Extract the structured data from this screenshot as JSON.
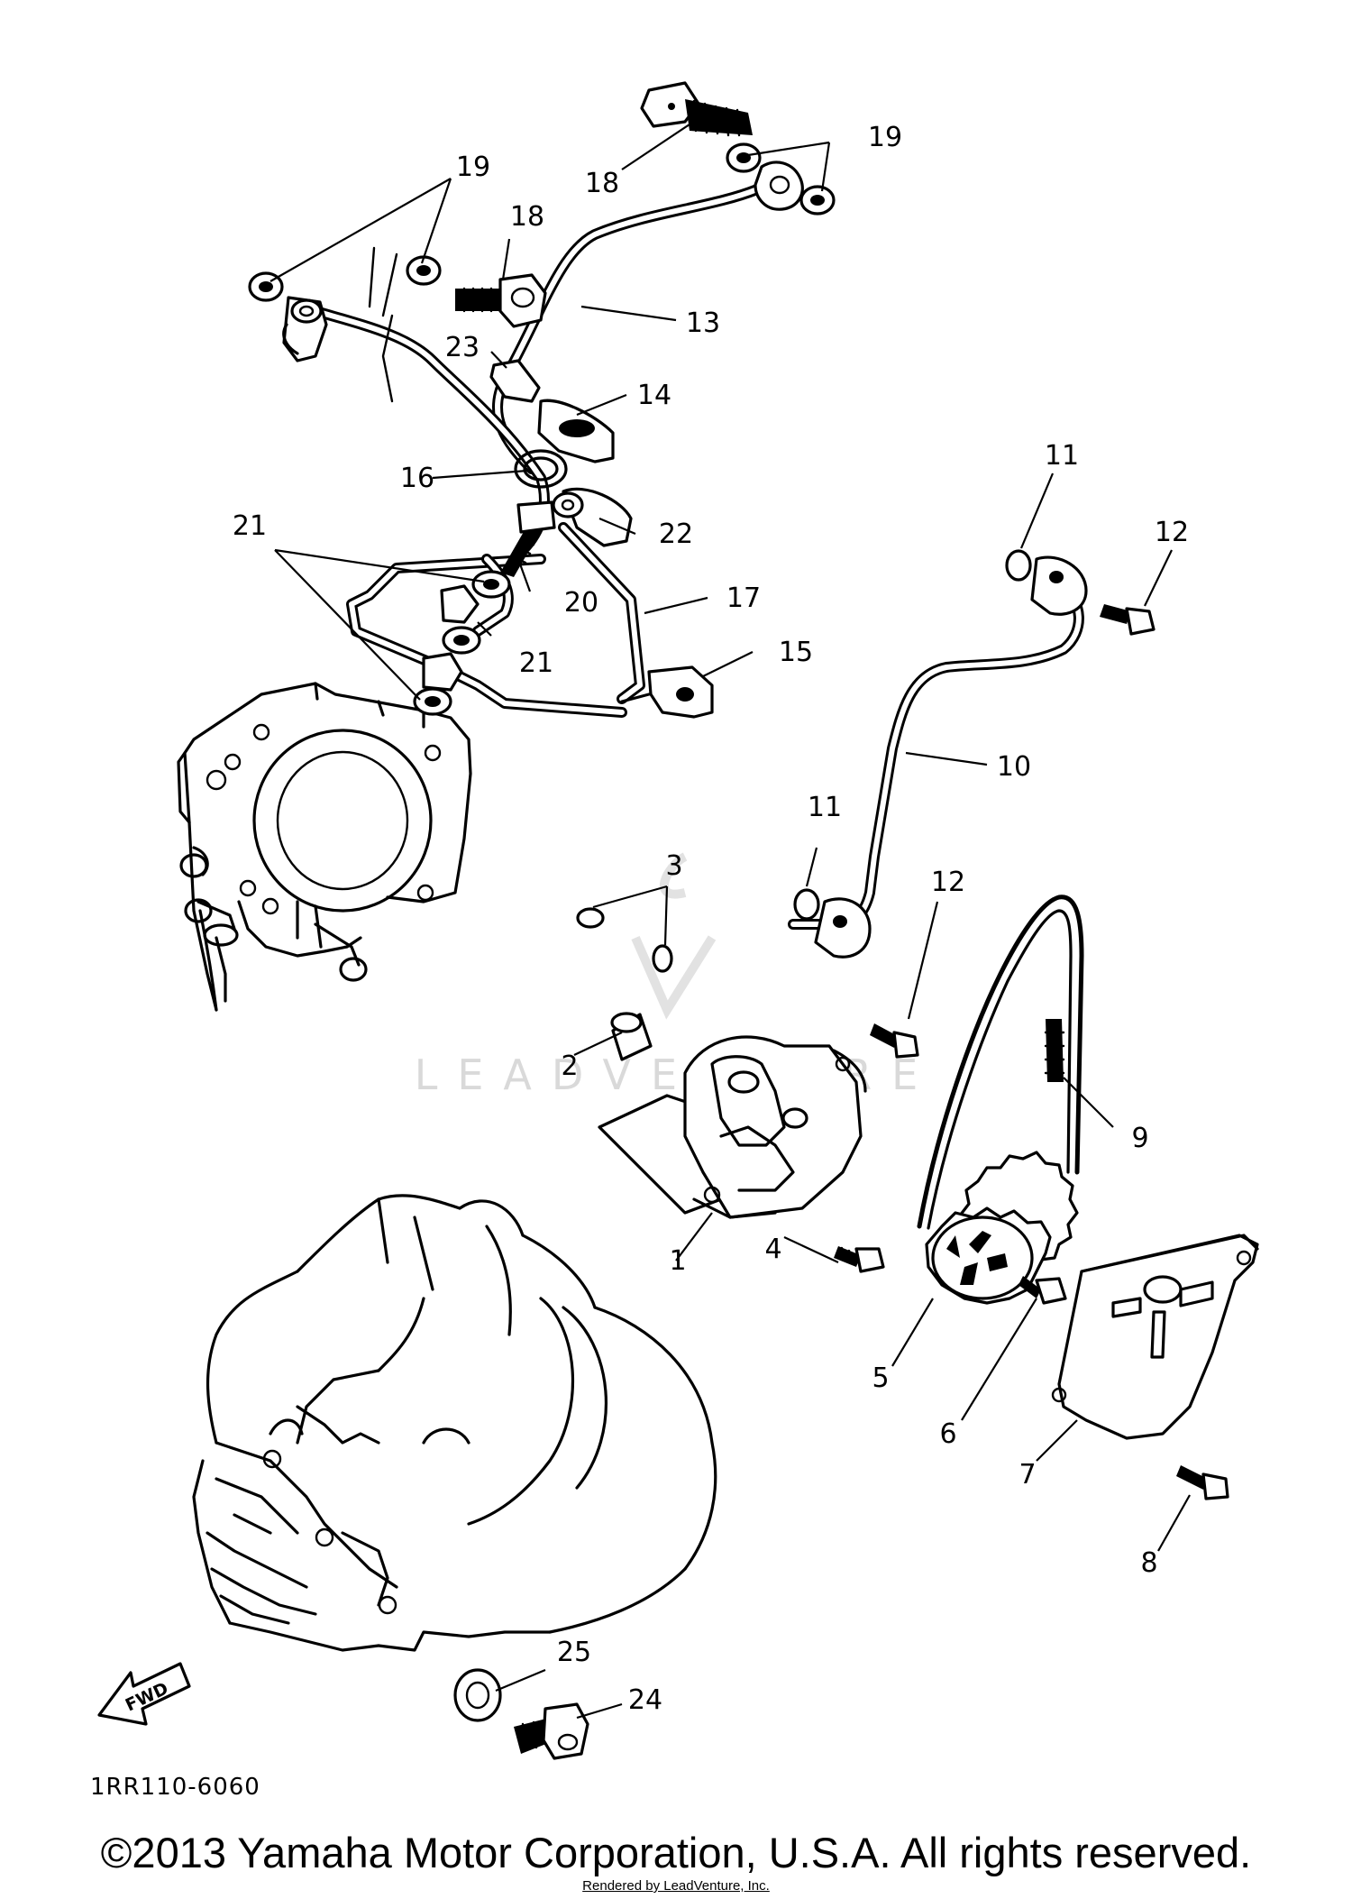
{
  "diagram": {
    "code": "1RR110-6060",
    "watermark": "LEADVENTURE",
    "fwd_label": "FWD",
    "callouts": [
      {
        "id": "c1",
        "label": "1"
      },
      {
        "id": "c2",
        "label": "2"
      },
      {
        "id": "c3",
        "label": "3"
      },
      {
        "id": "c4",
        "label": "4"
      },
      {
        "id": "c5",
        "label": "5"
      },
      {
        "id": "c6",
        "label": "6"
      },
      {
        "id": "c7",
        "label": "7"
      },
      {
        "id": "c8",
        "label": "8"
      },
      {
        "id": "c9",
        "label": "9"
      },
      {
        "id": "c10",
        "label": "10"
      },
      {
        "id": "c11a",
        "label": "11"
      },
      {
        "id": "c11b",
        "label": "11"
      },
      {
        "id": "c12a",
        "label": "12"
      },
      {
        "id": "c12b",
        "label": "12"
      },
      {
        "id": "c13",
        "label": "13"
      },
      {
        "id": "c14",
        "label": "14"
      },
      {
        "id": "c15",
        "label": "15"
      },
      {
        "id": "c16",
        "label": "16"
      },
      {
        "id": "c17",
        "label": "17"
      },
      {
        "id": "c18a",
        "label": "18"
      },
      {
        "id": "c18b",
        "label": "18"
      },
      {
        "id": "c19a",
        "label": "19"
      },
      {
        "id": "c19b",
        "label": "19"
      },
      {
        "id": "c20",
        "label": "20"
      },
      {
        "id": "c21a",
        "label": "21"
      },
      {
        "id": "c21b",
        "label": "21"
      },
      {
        "id": "c22",
        "label": "22"
      },
      {
        "id": "c23",
        "label": "23"
      },
      {
        "id": "c24",
        "label": "24"
      },
      {
        "id": "c25",
        "label": "25"
      }
    ]
  },
  "footer": {
    "copyright": "©2013 Yamaha Motor Corporation, U.S.A. All rights reserved.",
    "rendered_by": "Rendered by LeadVenture, Inc."
  }
}
